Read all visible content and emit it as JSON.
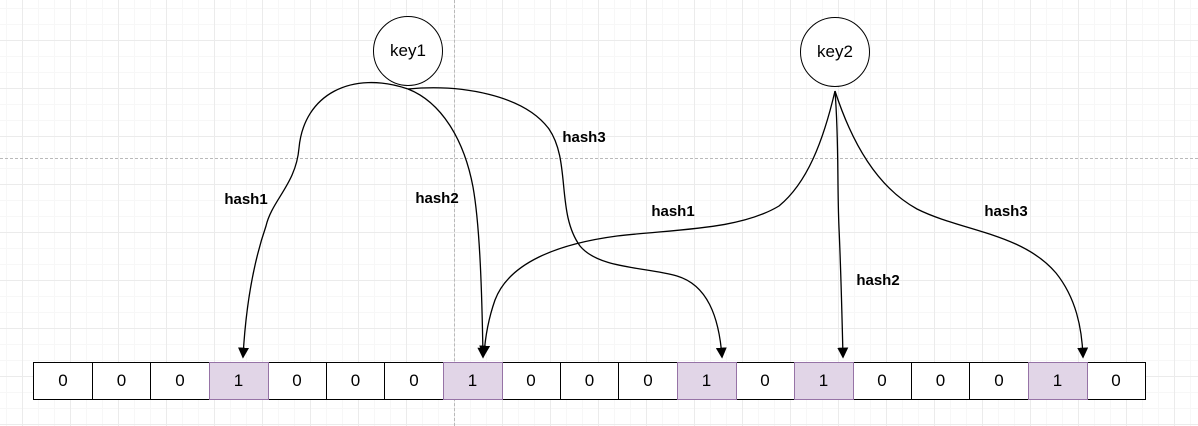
{
  "diagram": {
    "type": "bloom-filter-hash-diagram",
    "keys": [
      {
        "id": "key1",
        "label": "key1"
      },
      {
        "id": "key2",
        "label": "key2"
      }
    ],
    "hash_labels": [
      {
        "key": "key1",
        "label": "hash1"
      },
      {
        "key": "key1",
        "label": "hash2"
      },
      {
        "key": "key1",
        "label": "hash3"
      },
      {
        "key": "key2",
        "label": "hash1"
      },
      {
        "key": "key2",
        "label": "hash2"
      },
      {
        "key": "key2",
        "label": "hash3"
      }
    ],
    "edges": [
      {
        "from": "key1",
        "hash": "hash1",
        "to_cell_index": 3
      },
      {
        "from": "key1",
        "hash": "hash2",
        "to_cell_index": 7
      },
      {
        "from": "key1",
        "hash": "hash3",
        "to_cell_index": 11
      },
      {
        "from": "key2",
        "hash": "hash1",
        "to_cell_index": 7
      },
      {
        "from": "key2",
        "hash": "hash2",
        "to_cell_index": 13
      },
      {
        "from": "key2",
        "hash": "hash3",
        "to_cell_index": 17
      }
    ],
    "bit_array": {
      "cells": [
        {
          "value": "0",
          "highlighted": false
        },
        {
          "value": "0",
          "highlighted": false
        },
        {
          "value": "0",
          "highlighted": false
        },
        {
          "value": "1",
          "highlighted": true
        },
        {
          "value": "0",
          "highlighted": false
        },
        {
          "value": "0",
          "highlighted": false
        },
        {
          "value": "0",
          "highlighted": false
        },
        {
          "value": "1",
          "highlighted": true
        },
        {
          "value": "0",
          "highlighted": false
        },
        {
          "value": "0",
          "highlighted": false
        },
        {
          "value": "0",
          "highlighted": false
        },
        {
          "value": "1",
          "highlighted": true
        },
        {
          "value": "0",
          "highlighted": false
        },
        {
          "value": "1",
          "highlighted": true
        },
        {
          "value": "0",
          "highlighted": false
        },
        {
          "value": "0",
          "highlighted": false
        },
        {
          "value": "0",
          "highlighted": false
        },
        {
          "value": "1",
          "highlighted": true
        },
        {
          "value": "0",
          "highlighted": false
        }
      ]
    },
    "colors": {
      "highlight_fill": "#E1D5E7",
      "highlight_border": "#9673A6",
      "line": "#000000"
    }
  }
}
